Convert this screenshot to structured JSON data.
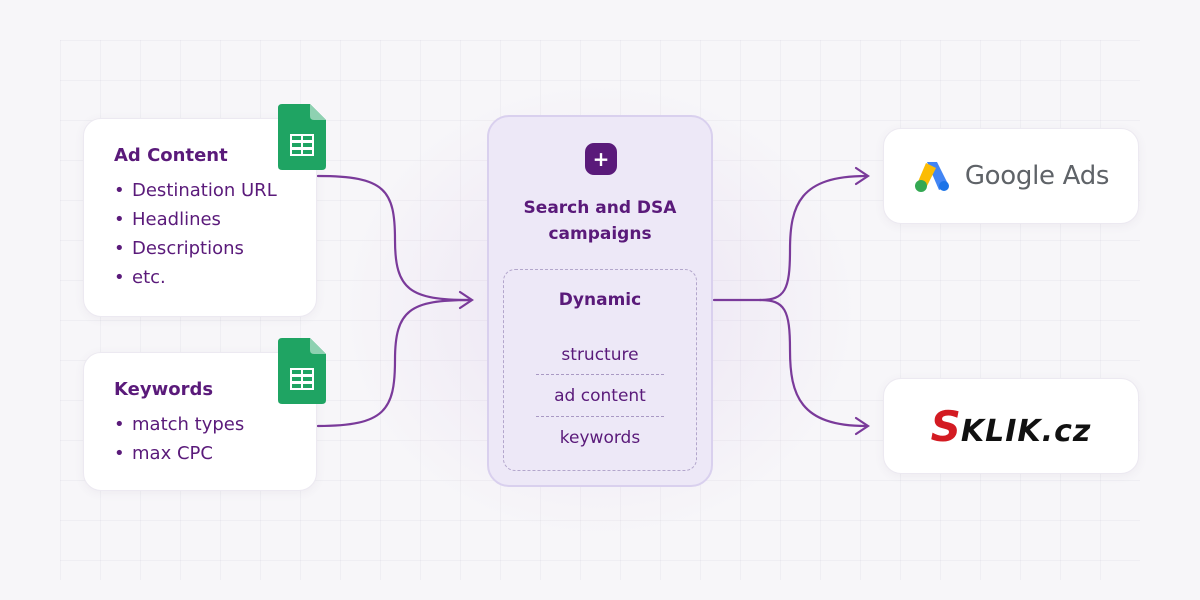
{
  "ad_content": {
    "title": "Ad Content",
    "items": [
      "Destination URL",
      "Headlines",
      "Descriptions",
      "etc."
    ]
  },
  "keywords": {
    "title": "Keywords",
    "items": [
      "match types",
      "max CPC"
    ]
  },
  "center": {
    "badge": "+",
    "title_line1": "Search and DSA",
    "title_line2": "campaigns",
    "dynamic_title": "Dynamic",
    "dynamic_items": [
      "structure",
      "ad content",
      "keywords"
    ]
  },
  "outputs": {
    "google_ads": "Google Ads",
    "sklik_s": "S",
    "sklik_rest": "KLIK.cz"
  },
  "icons": {
    "sheets": "google-sheets-icon",
    "google_ads_logo": "google-ads-logo-icon",
    "badge": "plus-icon"
  },
  "colors": {
    "accent": "#5a1a7a",
    "connector": "#7a3a9a",
    "sheets_green": "#1fa463",
    "sklik_red": "#d31b22"
  }
}
